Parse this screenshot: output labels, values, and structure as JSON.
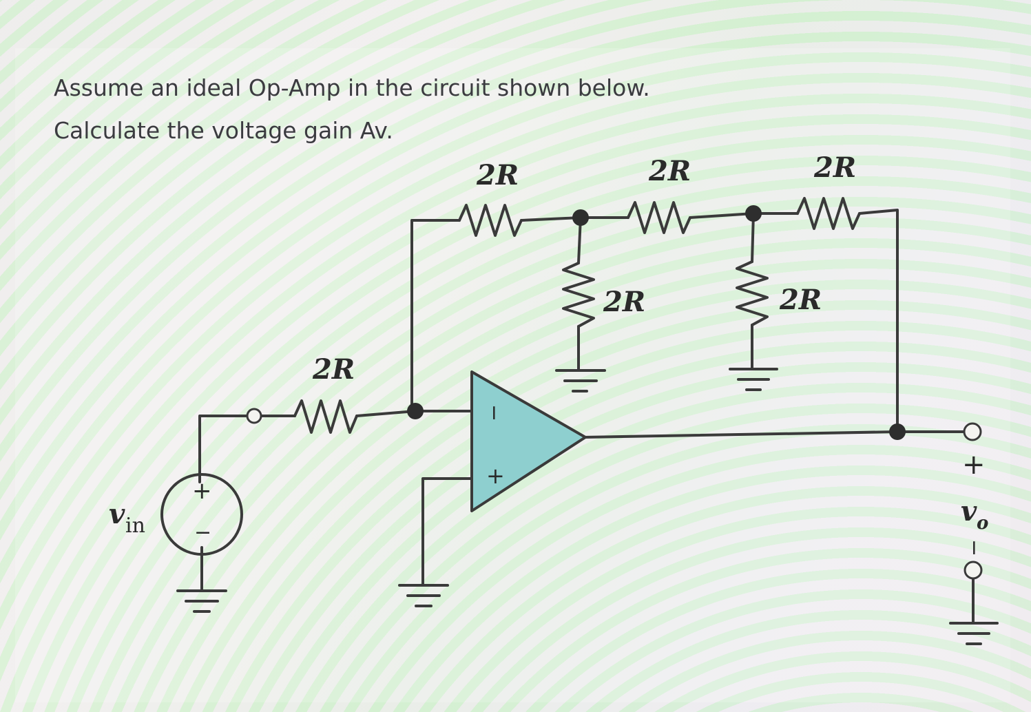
{
  "question": {
    "line1": "Assume an ideal Op-Amp in the circuit shown below.",
    "line2": "Calculate the voltage gain Av."
  },
  "circuit": {
    "r_top1": "2R",
    "r_top2": "2R",
    "r_top3": "2R",
    "r_shunt1": "2R",
    "r_shunt2": "2R",
    "r_input": "2R",
    "source_label": "v",
    "source_subscript": "in",
    "source_plus": "+",
    "source_minus": "−",
    "opamp_minus": "−",
    "opamp_plus": "+",
    "output_label": "v",
    "output_subscript": "o",
    "output_plus": "+",
    "output_minus": "−"
  },
  "colors": {
    "opamp_fill": "#8ecfcf",
    "wire": "#3a3a3a"
  }
}
